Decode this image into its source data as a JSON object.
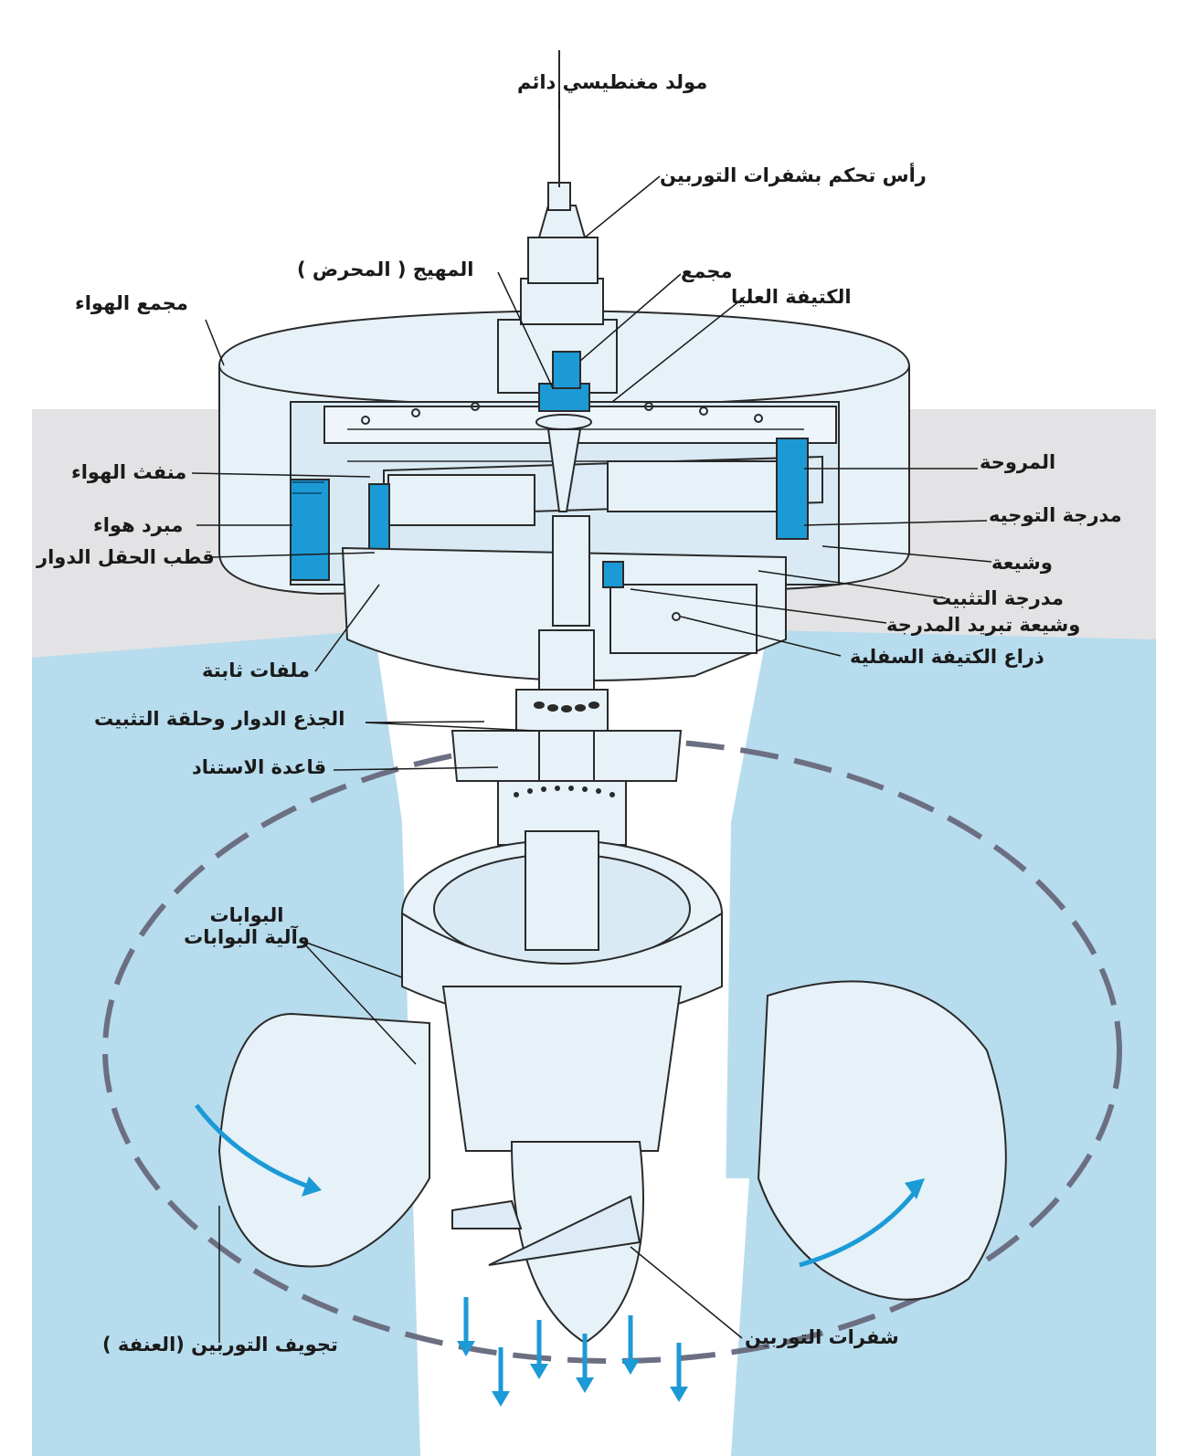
{
  "colors": {
    "water": "#b7dced",
    "ground": "#e3e3e5",
    "machine_fill": "#e6f1f8",
    "accent_blue": "#1c9ad6",
    "outline": "#2a2a2a",
    "cavity_dash": "#6c6f82",
    "arrow": "#1c9ad6"
  },
  "labels": {
    "pmg": "مولد مغنطيسي دائم",
    "blade_control_head": "رأس تحكم بشفرات التوربين",
    "exciter": "المهيج ( المحرض )",
    "collector": "مجمع",
    "upper_bracket": "الكتيفة العليا",
    "air_housing": "مجمع الهواء",
    "fan": "المروحة",
    "guide_bearing": "مدرجة التوجيه",
    "air_vent": "منفث الهواء",
    "air_cooler": "مبرد هواء",
    "rotor_pole": "قطب الحقل الدوار",
    "coil": "وشيعة",
    "thrust_bearing": "مدرجة التثبيت",
    "bearing_cooling_coil": "وشيعة تبريد المدرجة",
    "lower_bracket_arm": "ذراع الكتيفة السفلية",
    "stator_coils": "ملفات ثابتة",
    "shaft_and_ring": "الجذع الدوار وحلقة التثبيت",
    "support_base": "قاعدة الاستناد",
    "gates_line1": "البوابات",
    "gates_line2": "وآلية البوابات",
    "turbine_cavity": "تجويف التوربين (العنفة )",
    "turbine_blades": "شفرات التوربين"
  }
}
